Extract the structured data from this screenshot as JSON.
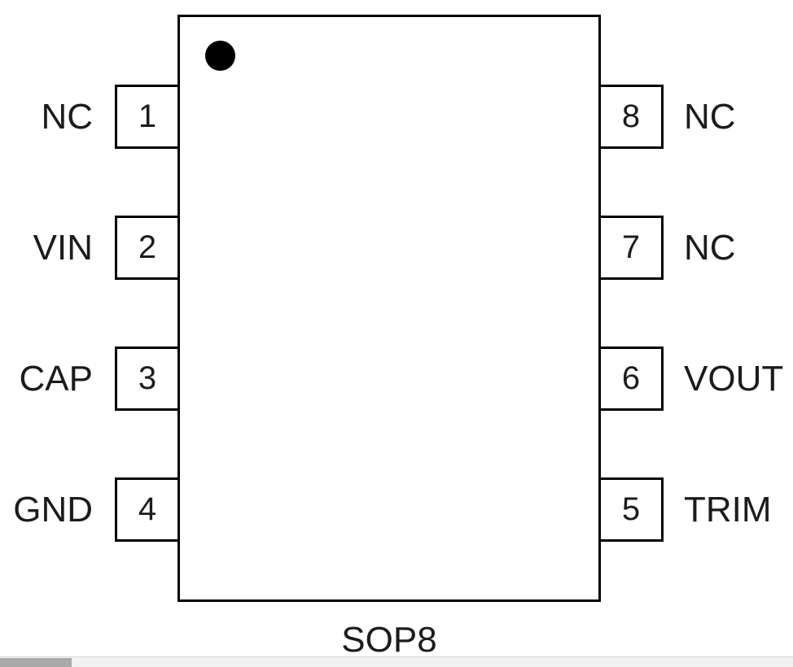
{
  "diagram": {
    "package_label": "SOP8",
    "pins_left": [
      {
        "number": "1",
        "label": "NC"
      },
      {
        "number": "2",
        "label": "VIN"
      },
      {
        "number": "3",
        "label": "CAP"
      },
      {
        "number": "4",
        "label": "GND"
      }
    ],
    "pins_right": [
      {
        "number": "8",
        "label": "NC"
      },
      {
        "number": "7",
        "label": "NC"
      },
      {
        "number": "6",
        "label": "VOUT"
      },
      {
        "number": "5",
        "label": "TRIM"
      }
    ],
    "colors": {
      "outline": "#000000",
      "background": "#ffffff",
      "text": "#1c1c1c"
    }
  }
}
